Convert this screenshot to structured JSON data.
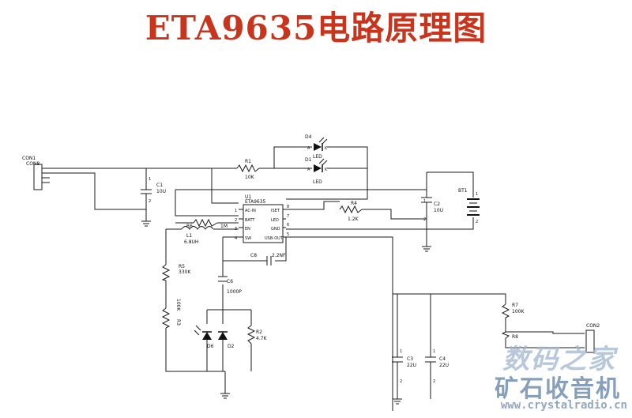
{
  "title": "ETA9635电路原理图",
  "title_color": "#c8341c",
  "components": {
    "con1": {
      "ref": "CON1",
      "value": "CON8"
    },
    "c1": {
      "ref": "C1",
      "value": "10U",
      "pin1": "1",
      "pin2": "2"
    },
    "r1": {
      "ref": "R1",
      "value": "10K"
    },
    "d4": {
      "ref": "D4",
      "value": "LED",
      "a": "A",
      "k": "K"
    },
    "d1": {
      "ref": "D1",
      "value": "LED",
      "a": "A",
      "k": "K"
    },
    "u1": {
      "ref": "U1",
      "value": "ETA9635",
      "left_pins": [
        {
          "num": "1",
          "name": "AC-IN"
        },
        {
          "num": "2",
          "name": "BATT"
        },
        {
          "num": "3",
          "name": "EN"
        },
        {
          "num": "4",
          "name": "SW"
        }
      ],
      "right_pins": [
        {
          "num": "8",
          "name": "ISET"
        },
        {
          "num": "7",
          "name": "LED"
        },
        {
          "num": "6",
          "name": "GND"
        },
        {
          "num": "5",
          "name": "USB-OUT"
        }
      ]
    },
    "r4": {
      "ref": "R4",
      "value": "1.2K"
    },
    "c2": {
      "ref": "C2",
      "value": "10U",
      "pin1": "1",
      "pin2": "2"
    },
    "bt1": {
      "ref": "BT1",
      "pin1": "1",
      "pin2": "2"
    },
    "r6": {
      "ref": "R6",
      "value": "1M"
    },
    "l1": {
      "ref": "L1",
      "value": "6.8UH"
    },
    "c8": {
      "ref": "C8",
      "value": "2.2NF"
    },
    "r5": {
      "ref": "R5",
      "value": "330K"
    },
    "c6": {
      "ref": "C6",
      "value": "1000P"
    },
    "r3": {
      "ref": "R3",
      "value": "100K"
    },
    "d6": {
      "ref": "D6"
    },
    "d2": {
      "ref": "D2"
    },
    "r2": {
      "ref": "R2",
      "value": "4.7K"
    },
    "c3": {
      "ref": "C3",
      "value": "22U",
      "pin1": "1",
      "pin2": "2"
    },
    "c4": {
      "ref": "C4",
      "value": "22U",
      "pin1": "1",
      "pin2": "2"
    },
    "r7": {
      "ref": "R7",
      "value": "100K"
    },
    "r8": {
      "ref": "R8"
    },
    "con2": {
      "ref": "CON2"
    }
  },
  "watermark": {
    "line1": "数码之家",
    "line2": "矿石收音机",
    "url": "www.crystalradio.cn"
  }
}
